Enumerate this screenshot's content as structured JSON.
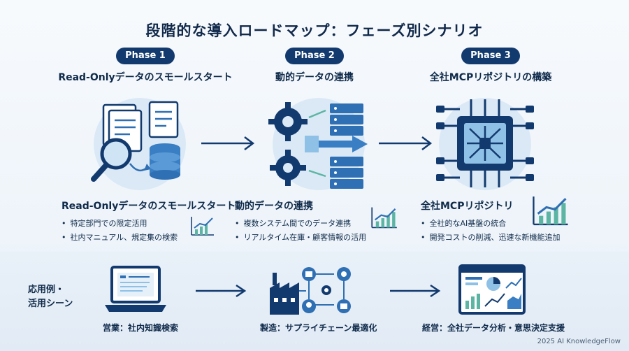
{
  "title": "段階的な導入ロードマップ：フェーズ別シナリオ",
  "phases": [
    {
      "badge": "Phase 1",
      "heading": "Read-Onlyデータのスモールスタート",
      "detail_title": "Read-Onlyデータのスモールスタート",
      "bullets": [
        "特定部門での限定活用",
        "社内マニュアル、規定集の検索"
      ]
    },
    {
      "badge": "Phase 2",
      "heading": "動的データの連携",
      "detail_title": "動的データの連携",
      "bullets": [
        "複数システム間でのデータ連携",
        "リアルタイム在庫・顧客情報の活用"
      ]
    },
    {
      "badge": "Phase 3",
      "heading": "全社MCPリポジトリの構築",
      "detail_title": "全社MCPリポジトリ",
      "bullets": [
        "全社的なAI基盤の統合",
        "開発コストの削減、迅速な新機能追加"
      ]
    }
  ],
  "use_cases": {
    "label_line1": "応用例・",
    "label_line2": "活用シーン",
    "items": [
      {
        "caption": "営業：社内知識検索",
        "icon": "laptop-icon"
      },
      {
        "caption": "製造：サプライチェーン最適化",
        "icon": "factory-network-icon"
      },
      {
        "caption": "経営：全社データ分析・意思決定支援",
        "icon": "dashboard-icon"
      }
    ]
  },
  "credit": "2025 AI KnowledgeFlow",
  "colors": {
    "navy": "#123a6e",
    "blue": "#2f6fb3",
    "light_blue": "#8fc1e6",
    "circle": "#dbe9f6",
    "green": "#5cb5a3"
  }
}
